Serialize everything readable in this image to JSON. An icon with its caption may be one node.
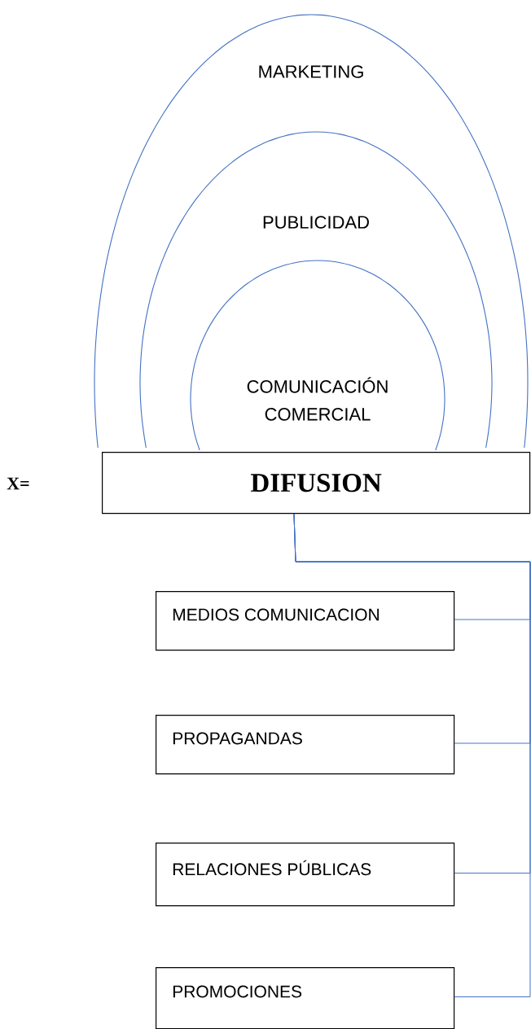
{
  "diagram": {
    "nodes": [
      {
        "text": [
          "MARKETING"
        ]
      },
      {
        "text": [
          "PUBLICIDAD"
        ],
        "in": 0
      },
      {
        "text": [
          "COMUNICACIÓN COMERCIAL"
        ],
        "in": 1
      },
      {
        "text": [
          "DIFUSION"
        ]
      },
      {
        "text": [
          "MEDIOS COMUNICACION"
        ]
      },
      {
        "text": [
          "PROPAGANDAS"
        ]
      },
      {
        "text": [
          "RELACIONES PÚBLICAS"
        ]
      },
      {
        "text": [
          "PROMOCIONES"
        ]
      }
    ],
    "edges": [
      {
        "from": 3,
        "to": 4,
        "arrow": "none"
      },
      {
        "from": 3,
        "to": 5,
        "arrow": "none"
      },
      {
        "from": 3,
        "to": 6,
        "arrow": "none"
      },
      {
        "from": 3,
        "to": 7,
        "arrow": "none"
      }
    ],
    "labels": [
      "X="
    ]
  }
}
